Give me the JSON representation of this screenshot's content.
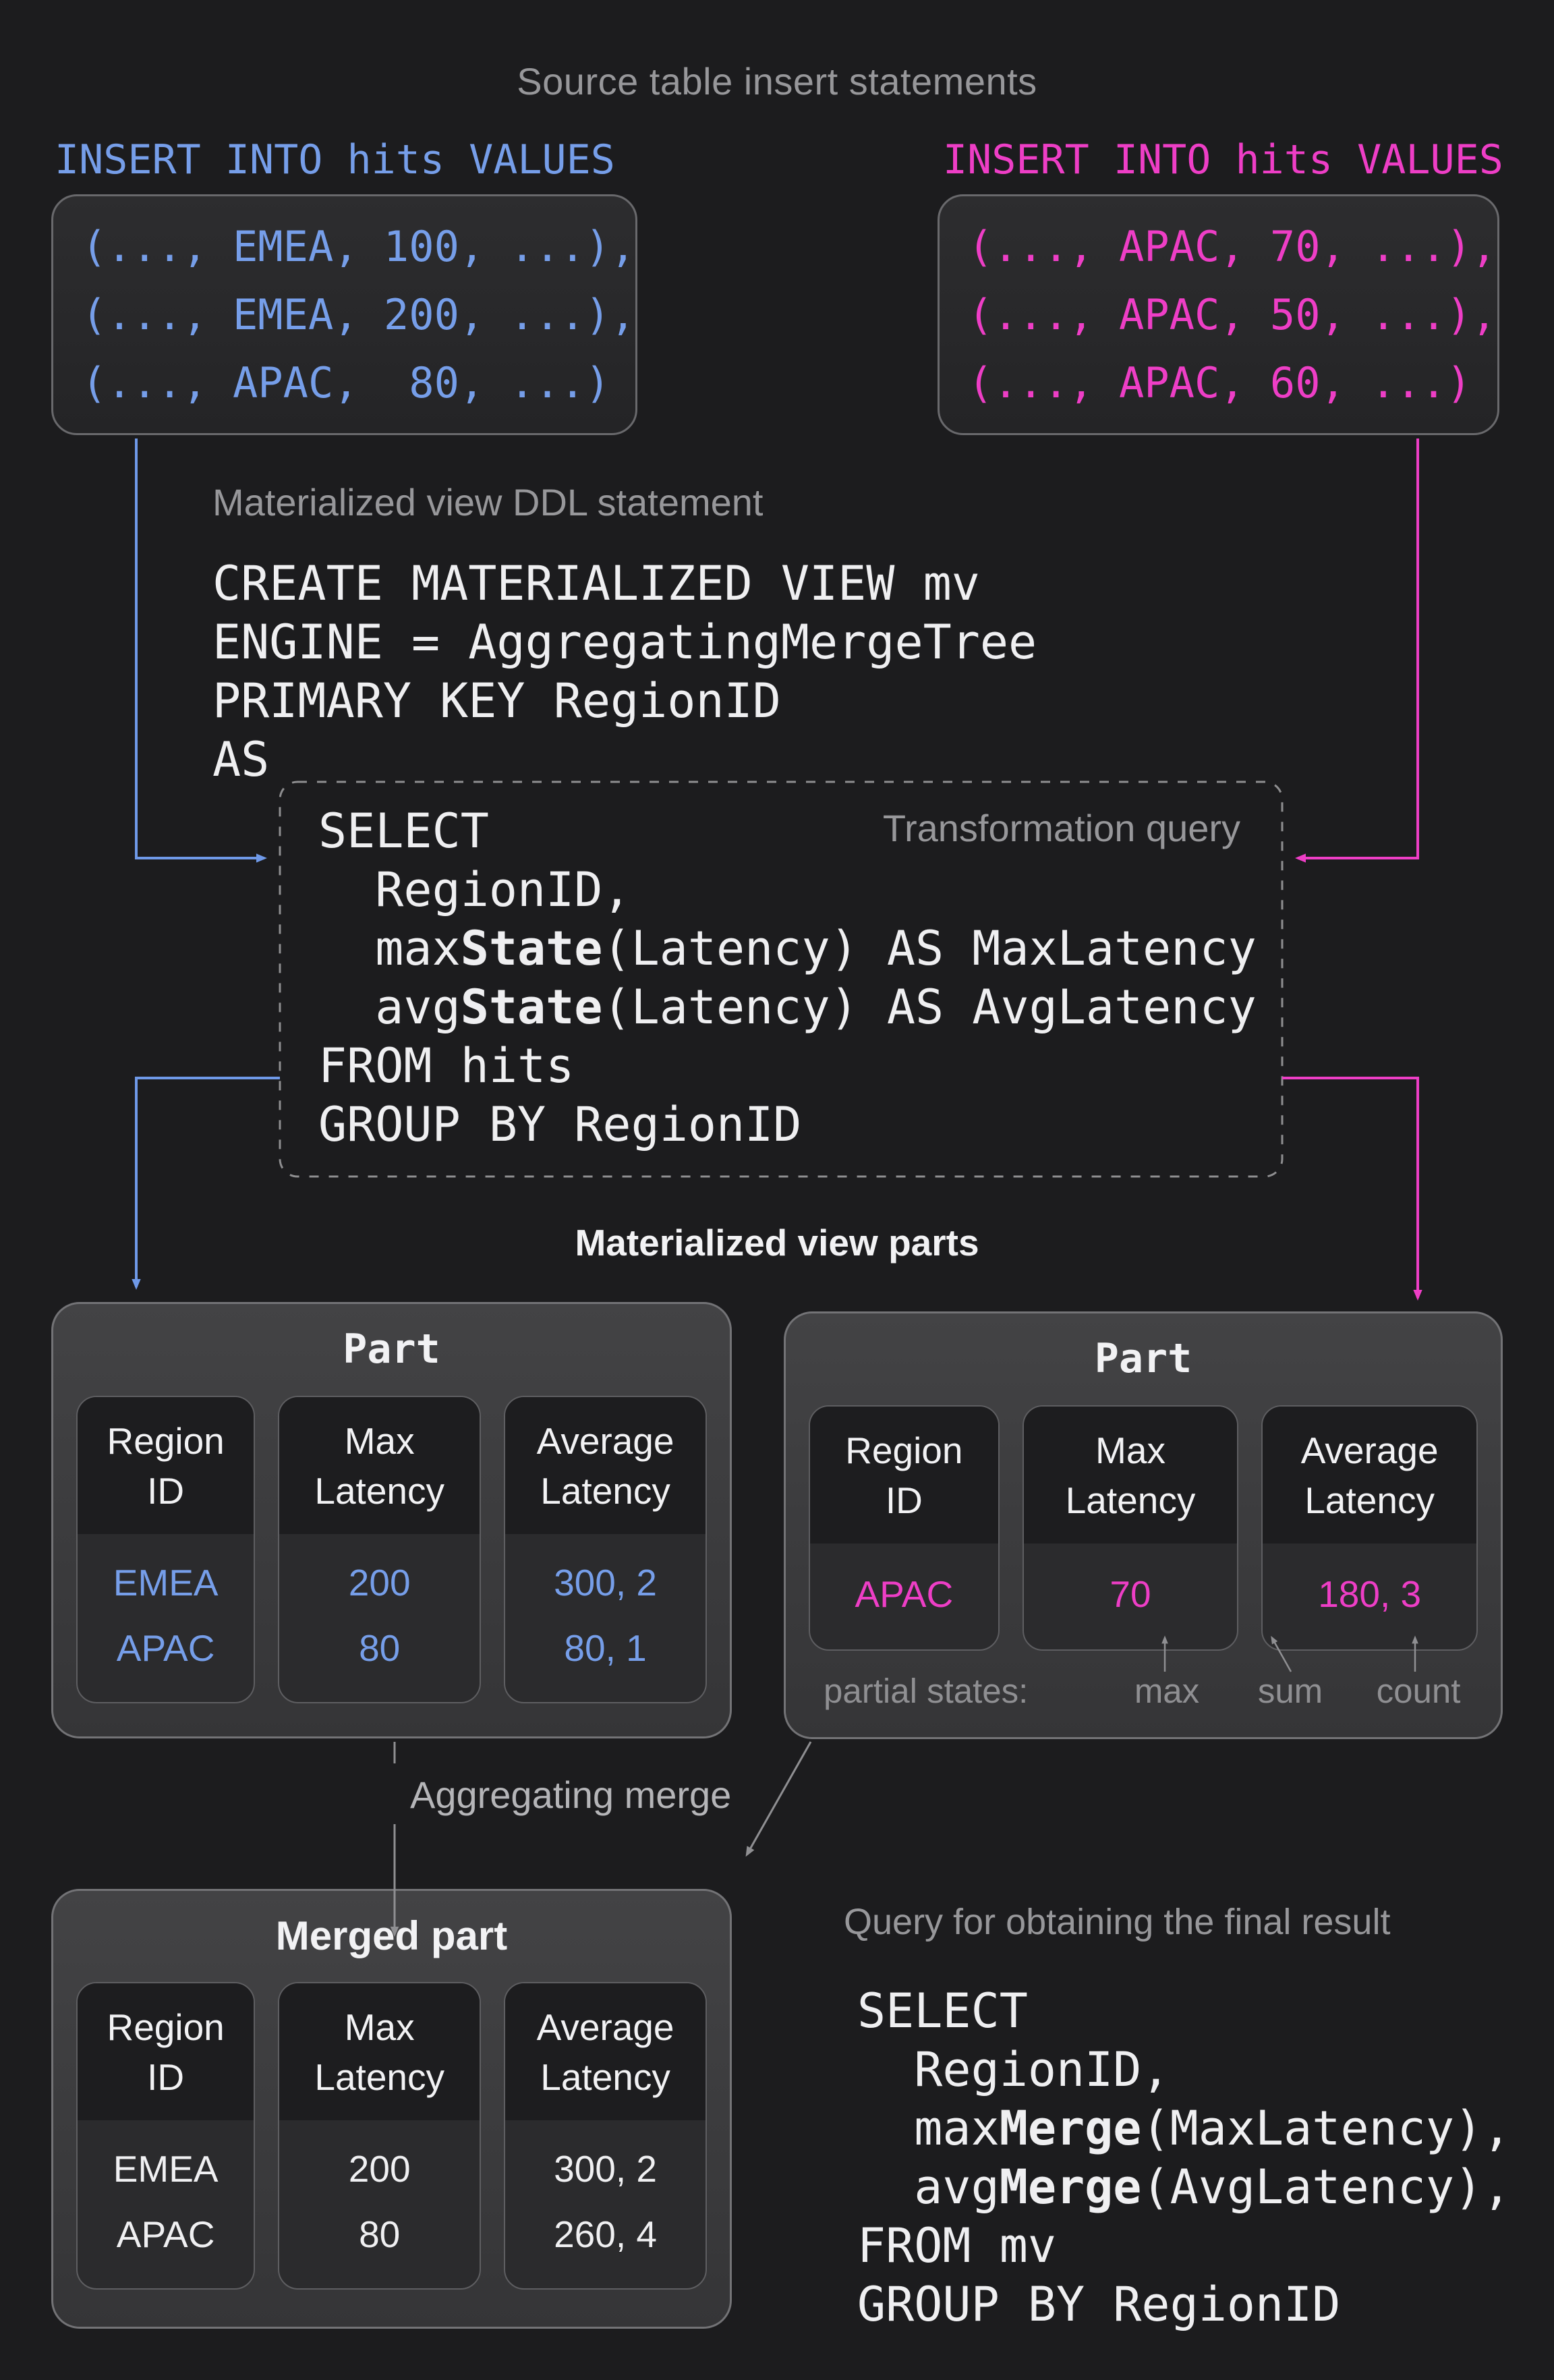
{
  "titles": {
    "source": "Source table insert statements",
    "ddl": "Materialized view DDL statement",
    "transformation": "Transformation query",
    "parts": "Materialized view parts",
    "merge": "Aggregating merge",
    "final": "Query for obtaining the final result"
  },
  "colors": {
    "background": "#1c1c1e",
    "blue": "#769ee9",
    "magenta": "#ee3ec6",
    "gray_label": "#97979a",
    "white_code": "#efeff1"
  },
  "insert_left": {
    "header": "INSERT INTO hits VALUES",
    "rows": [
      "(..., EMEA, 100, ...),",
      "(..., EMEA, 200, ...),",
      "(..., APAC,  80, ...)"
    ]
  },
  "insert_right": {
    "header": "INSERT INTO hits VALUES",
    "rows": [
      "(..., APAC, 70, ...),",
      "(..., APAC, 50, ...),",
      "(..., APAC, 60, ...)"
    ]
  },
  "ddl": {
    "lines": [
      [
        [
          "CREATE MATERIALIZED VIEW mv",
          0
        ]
      ],
      [
        [
          "ENGINE = AggregatingMergeTree",
          0
        ]
      ],
      [
        [
          "PRIMARY KEY RegionID",
          0
        ]
      ],
      [
        [
          "AS",
          0
        ]
      ]
    ]
  },
  "transformation": {
    "lines": [
      [
        [
          "SELECT",
          0
        ]
      ],
      [
        [
          "  RegionID,",
          0
        ]
      ],
      [
        [
          "  max",
          0
        ],
        [
          "State",
          1
        ],
        [
          "(Latency) AS MaxLatency",
          0
        ]
      ],
      [
        [
          "  avg",
          0
        ],
        [
          "State",
          1
        ],
        [
          "(Latency) AS AvgLatency",
          0
        ]
      ],
      [
        [
          "FROM hits",
          0
        ]
      ],
      [
        [
          "GROUP BY RegionID",
          0
        ]
      ]
    ]
  },
  "part_left": {
    "title": "Part",
    "columns": [
      {
        "header": "Region\nID",
        "values": [
          "EMEA",
          "APAC"
        ]
      },
      {
        "header": "Max\nLatency",
        "values": [
          "200",
          "80"
        ]
      },
      {
        "header": "Average\nLatency",
        "values": [
          "300, 2",
          "80, 1"
        ]
      }
    ]
  },
  "part_right": {
    "title": "Part",
    "columns": [
      {
        "header": "Region\nID",
        "values": [
          "APAC"
        ]
      },
      {
        "header": "Max\nLatency",
        "values": [
          "70"
        ]
      },
      {
        "header": "Average\nLatency",
        "values": [
          "180, 3"
        ]
      }
    ],
    "partial_states_label": "partial states:",
    "annotations": [
      "max",
      "sum",
      "count"
    ]
  },
  "merged_part": {
    "title": "Merged part",
    "columns": [
      {
        "header": "Region\nID",
        "values": [
          "EMEA",
          "APAC"
        ]
      },
      {
        "header": "Max\nLatency",
        "values": [
          "200",
          "80"
        ]
      },
      {
        "header": "Average\nLatency",
        "values": [
          "300, 2",
          "260, 4"
        ]
      }
    ]
  },
  "final_query": {
    "lines": [
      [
        [
          "SELECT",
          0
        ]
      ],
      [
        [
          "  RegionID,",
          0
        ]
      ],
      [
        [
          "  max",
          0
        ],
        [
          "Merge",
          1
        ],
        [
          "(MaxLatency),",
          0
        ]
      ],
      [
        [
          "  avg",
          0
        ],
        [
          "Merge",
          1
        ],
        [
          "(AvgLatency),",
          0
        ]
      ],
      [
        [
          "FROM mv",
          0
        ]
      ],
      [
        [
          "GROUP BY RegionID",
          0
        ]
      ]
    ]
  }
}
